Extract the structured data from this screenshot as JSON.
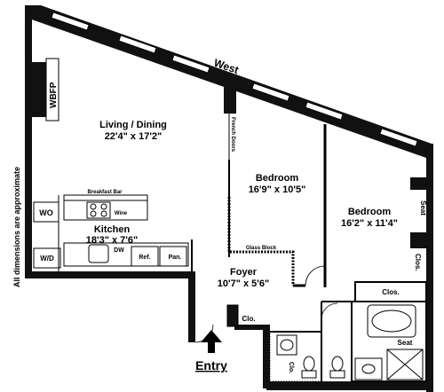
{
  "disclaimer": "All dimensions are approximate",
  "compass": "West",
  "rooms": {
    "living": {
      "name": "Living / Dining",
      "dims": "22'4\" x 17'2\""
    },
    "bedroom1": {
      "name": "Bedroom",
      "dims": "16'9\" x 10'5\""
    },
    "bedroom2": {
      "name": "Bedroom",
      "dims": "16'2\" x 11'4\""
    },
    "kitchen": {
      "name": "Kitchen",
      "dims": "18'3\" x 7'6\""
    },
    "foyer": {
      "name": "Foyer",
      "dims": "10'7\" x 5'6\""
    }
  },
  "fixtures": {
    "wbfp": "WBFP",
    "french_doors": "French Doors",
    "breakfast_bar": "Breakfast Bar",
    "wo": "WO",
    "wine": "Wine",
    "dw": "DW",
    "wd": "W/D",
    "ref": "Ref.",
    "pan": "Pan.",
    "glass_block": "Glass Block",
    "clo_foyer": "Clo.",
    "seat_bed": "Seat",
    "clos_bed": "Clos.",
    "clos_main": "Clos.",
    "seat_bath": "Seat",
    "clo_bath": "Clo."
  },
  "entry": "Entry"
}
